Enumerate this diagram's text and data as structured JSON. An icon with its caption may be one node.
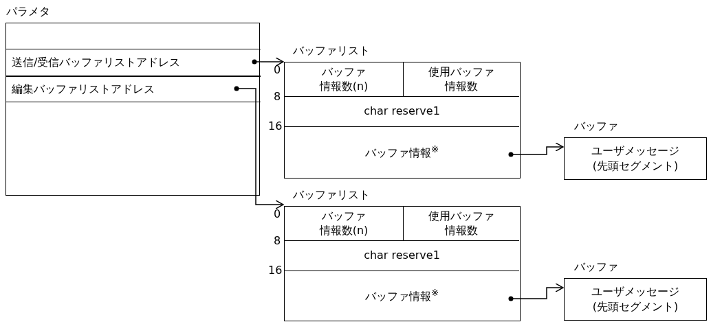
{
  "diagram": {
    "nodes": [
      {
        "text": [
          "パラメタ"
        ]
      },
      {
        "text": [
          "送信/受信バッファリストアドレス"
        ],
        "in": 0
      },
      {
        "text": [
          "編集バッファリストアドレス"
        ],
        "in": 0
      },
      {
        "text": [
          "バッファリスト"
        ]
      },
      {
        "text": [
          "バッファ情報数(n)"
        ],
        "in": 3
      },
      {
        "text": [
          "使用バッファ情報数"
        ],
        "in": 3
      },
      {
        "text": [
          "char reserve1"
        ],
        "in": 3
      },
      {
        "text": [
          "バッファ情報$^{※}$"
        ],
        "in": 3
      },
      {
        "text": [
          "バッファ",
          "ユーザメッセージ(先頭セグメント)"
        ]
      },
      {
        "text": [
          "バッファリスト"
        ]
      },
      {
        "text": [
          "バッファ情報数(n)"
        ],
        "in": 9
      },
      {
        "text": [
          "使用バッファ情報数"
        ],
        "in": 9
      },
      {
        "text": [
          "char reserve1"
        ],
        "in": 9
      },
      {
        "text": [
          "バッファ情報$^{※}$"
        ],
        "in": 9
      },
      {
        "text": [
          "バッファ",
          "ユーザメッセージ(先頭セグメント)"
        ]
      }
    ],
    "edges": [
      {
        "from": 1,
        "to": 3,
        "arrow": "to"
      },
      {
        "from": 2,
        "to": 9,
        "arrow": "to"
      },
      {
        "from": 7,
        "to": 8,
        "arrow": "to"
      },
      {
        "from": 13,
        "to": 14,
        "arrow": "to"
      }
    ],
    "labels": [
      "0",
      "8",
      "16",
      "0",
      "8",
      "16"
    ]
  }
}
